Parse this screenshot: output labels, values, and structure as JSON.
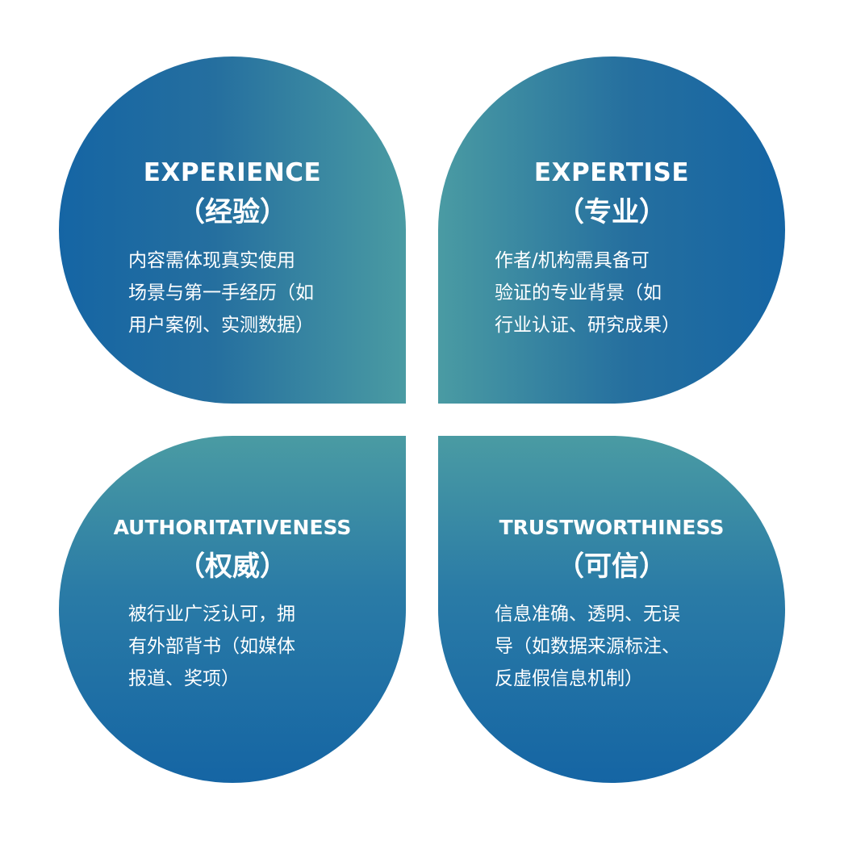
{
  "quadrants": [
    {
      "title_en": "EXPERIENCE",
      "title_zh": "（经验）",
      "desc_lines": [
        "内容需体现真实使用",
        "场景与第一手经历（如",
        "用户案例、实测数据）"
      ]
    },
    {
      "title_en": "EXPERTISE",
      "title_zh": "（专业）",
      "desc_lines": [
        "作者/机构需具备可",
        "验证的专业背景（如",
        "行业认证、研究成果）"
      ]
    },
    {
      "title_en": "AUTHORITATIVENESS",
      "title_zh": "（权威）",
      "desc_lines": [
        "被行业广泛认可，拥",
        "有外部背书（如媒体",
        "报道、奖项）"
      ]
    },
    {
      "title_en": "TRUSTWORTHINESS",
      "title_zh": "（可信）",
      "desc_lines": [
        "信息准确、透明、无误",
        "导（如数据来源标注、",
        "反虚假信息机制）"
      ]
    }
  ],
  "colors": {
    "deep_blue": "#1565a4",
    "teal": "#4a9ba3",
    "text": "#ffffff"
  }
}
